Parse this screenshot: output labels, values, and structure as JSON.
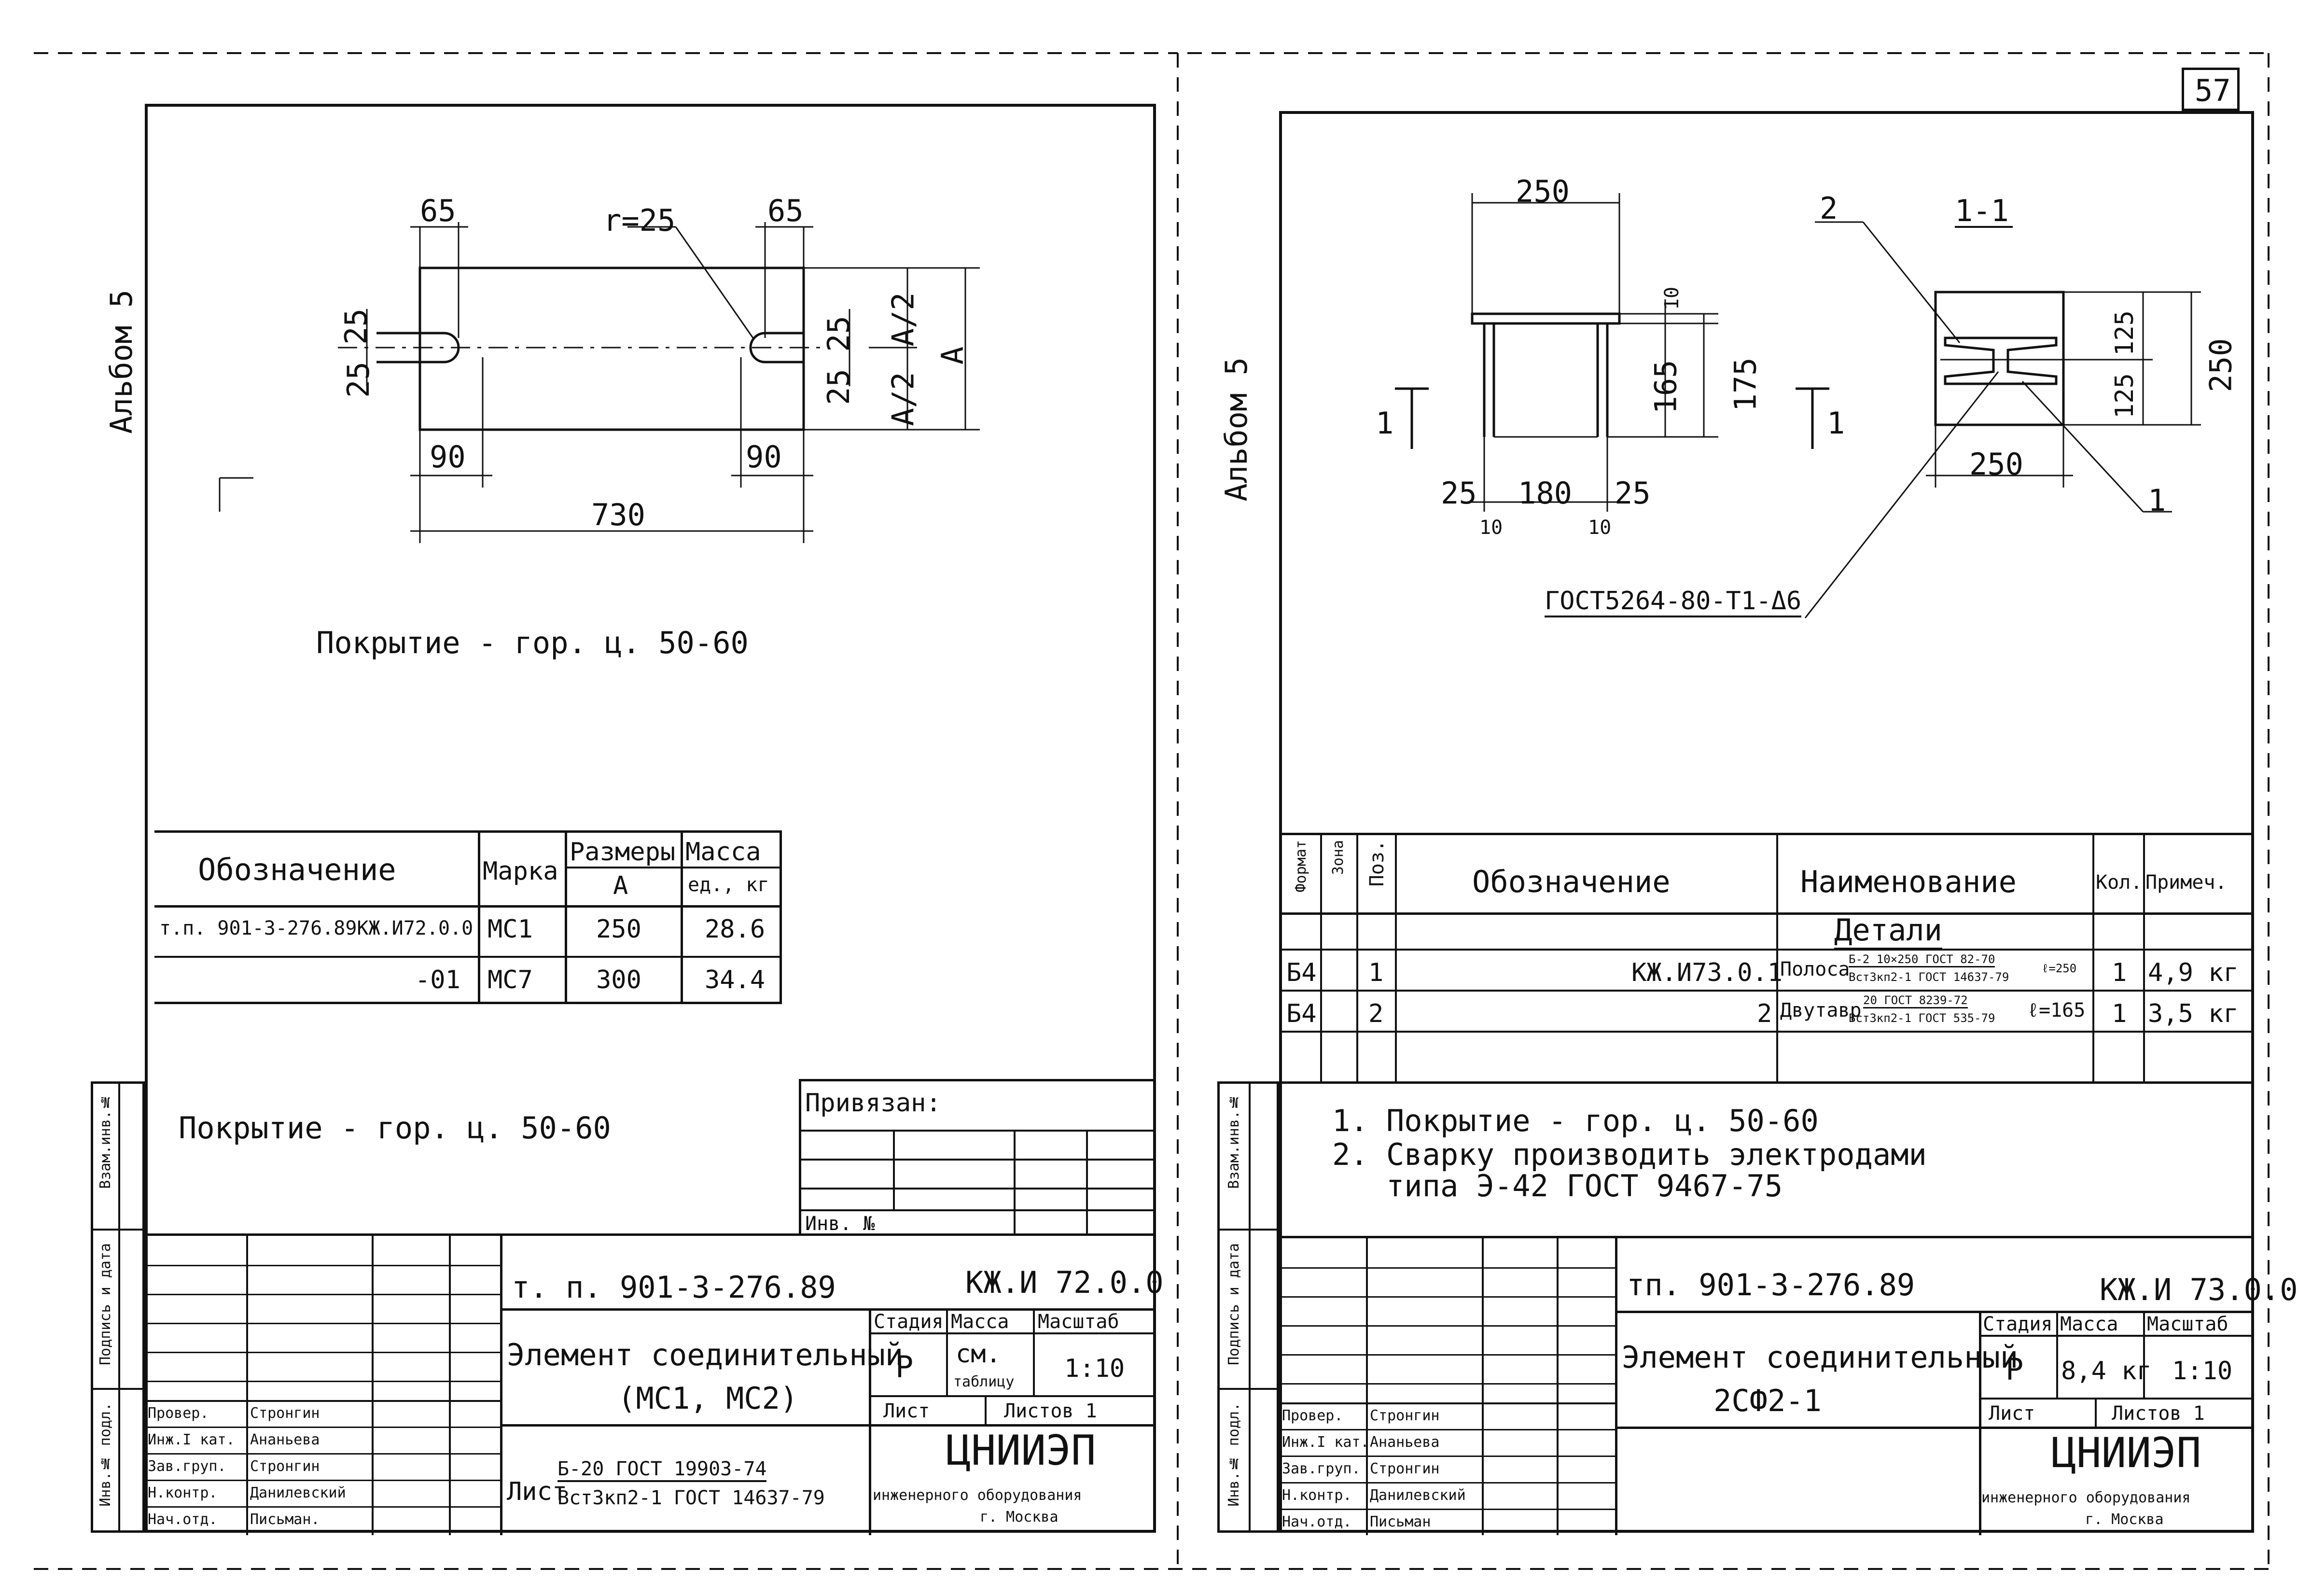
{
  "page_number": "57",
  "album_label": "Альбом 5",
  "side_stamp_labels": [
    "Инв.№ подл.",
    "Подпись и дата",
    "Взам.инв.№"
  ],
  "left_sheet": {
    "dims": {
      "d65_left": "65",
      "d65_right": "65",
      "radius": "r=25",
      "d25_a": "25",
      "d25_b": "25",
      "d25_c": "25",
      "d25_d": "25",
      "a_half_top": "A/2",
      "a_half_bottom": "A/2",
      "a_full": "A",
      "d90_left": "90",
      "d90_right": "90",
      "d730": "730"
    },
    "caption": "Покрытие - гор. ц. 50-60",
    "table": {
      "headers": [
        "Обозначение",
        "Марка",
        "Размеры",
        "Масса"
      ],
      "subheaders": [
        "A",
        "ед., кг"
      ],
      "rows": [
        [
          "т.п. 901-3-276.89КЖ.И72.0.0",
          "МС1",
          "250",
          "28.6"
        ],
        [
          "-01",
          "МС7",
          "300",
          "34.4"
        ]
      ]
    },
    "note": "Покрытие - гор. ц. 50-60",
    "privyazan_label": "Привязан:",
    "inv_label": "Инв. №",
    "title_block": {
      "doc_code": "т. п. 901-3-276.89",
      "drawing_code": "КЖ.И 72.0.0",
      "element_name": "Элемент соединительный",
      "element_marks": "(МС1, МС2)",
      "stage_label": "Стадия",
      "mass_label": "Масса",
      "scale_label": "Масштаб",
      "stage": "Р",
      "mass_value": "см.",
      "mass_note": "таблицу",
      "scale": "1:10",
      "sheet_label": "Лист",
      "sheets_label": "Листов 1",
      "material_prefix": "Лист",
      "material_top": "Б-20 ГОСТ 19903-74",
      "material_bottom": "Вст3кп2-1 ГОСТ 14637-79",
      "org_name": "ЦНИИЭП",
      "org_sub": "инженерного оборудования",
      "org_city": "г. Москва",
      "staff": [
        [
          "Провер.",
          "Стронгин"
        ],
        [
          "Инж.I кат.",
          "Ананьева"
        ],
        [
          "Зав.груп.",
          "Стронгин"
        ],
        [
          "Н.контр.",
          "Данилевский"
        ],
        [
          "Нач.отд.",
          "Письман."
        ]
      ]
    }
  },
  "right_sheet": {
    "dims": {
      "d250_top": "250",
      "d10": "10",
      "d165": "165",
      "d175": "175",
      "d25_l": "25",
      "d180": "180",
      "d25_r": "25",
      "d10_l": "10",
      "d10_r": "10",
      "d125_top": "125",
      "d125_bot": "125",
      "d250_right": "250",
      "d250_bottom": "250",
      "section_left": "1",
      "section_right": "1",
      "section_label": "1-1",
      "leader_2": "2",
      "leader_1": "1",
      "weld_note": "ГОСТ5264-80-Т1-Δ6"
    },
    "spec": {
      "headers": [
        "Формат",
        "Зона",
        "Поз.",
        "Обозначение",
        "Наименование",
        "Кол.",
        "Примеч."
      ],
      "section": "Детали",
      "rows": [
        {
          "format": "Б4",
          "pos": "1",
          "code": "КЖ.И73.0.1",
          "name_prefix": "Полоса",
          "name_top": "Б-2 10×250 ГОСТ 82-70",
          "name_bottom": "Вст3кп2-1 ГОСТ 14637-79",
          "name_suffix": "ℓ=250",
          "qty": "1",
          "note": "4,9 кг"
        },
        {
          "format": "Б4",
          "pos": "2",
          "code": "2",
          "name_prefix": "Двутавр",
          "name_top": "20 ГОСТ 8239-72",
          "name_bottom": "Вст3кп2-1 ГОСТ 535-79",
          "name_suffix": "ℓ=165",
          "qty": "1",
          "note": "3,5 кг"
        }
      ]
    },
    "notes": [
      "1. Покрытие - гор. ц. 50-60",
      "2. Сварку производить электродами",
      "   типа Э-42 ГОСТ 9467-75"
    ],
    "title_block": {
      "doc_code": "тп. 901-3-276.89",
      "drawing_code": "КЖ.И 73.0.0",
      "element_name": "Элемент соединительный",
      "element_marks": "2СФ2-1",
      "stage_label": "Стадия",
      "mass_label": "Масса",
      "scale_label": "Масштаб",
      "stage": "Р",
      "mass_value": "8,4 кг",
      "scale": "1:10",
      "sheet_label": "Лист",
      "sheets_label": "Листов 1",
      "org_name": "ЦНИИЭП",
      "org_sub": "инженерного оборудования",
      "org_city": "г. Москва",
      "staff": [
        [
          "Провер.",
          "Стронгин"
        ],
        [
          "Инж.I кат.",
          "Ананьева"
        ],
        [
          "Зав.груп.",
          "Стронгин"
        ],
        [
          "Н.контр.",
          "Данилевский"
        ],
        [
          "Нач.отд.",
          "Письман"
        ]
      ]
    }
  }
}
